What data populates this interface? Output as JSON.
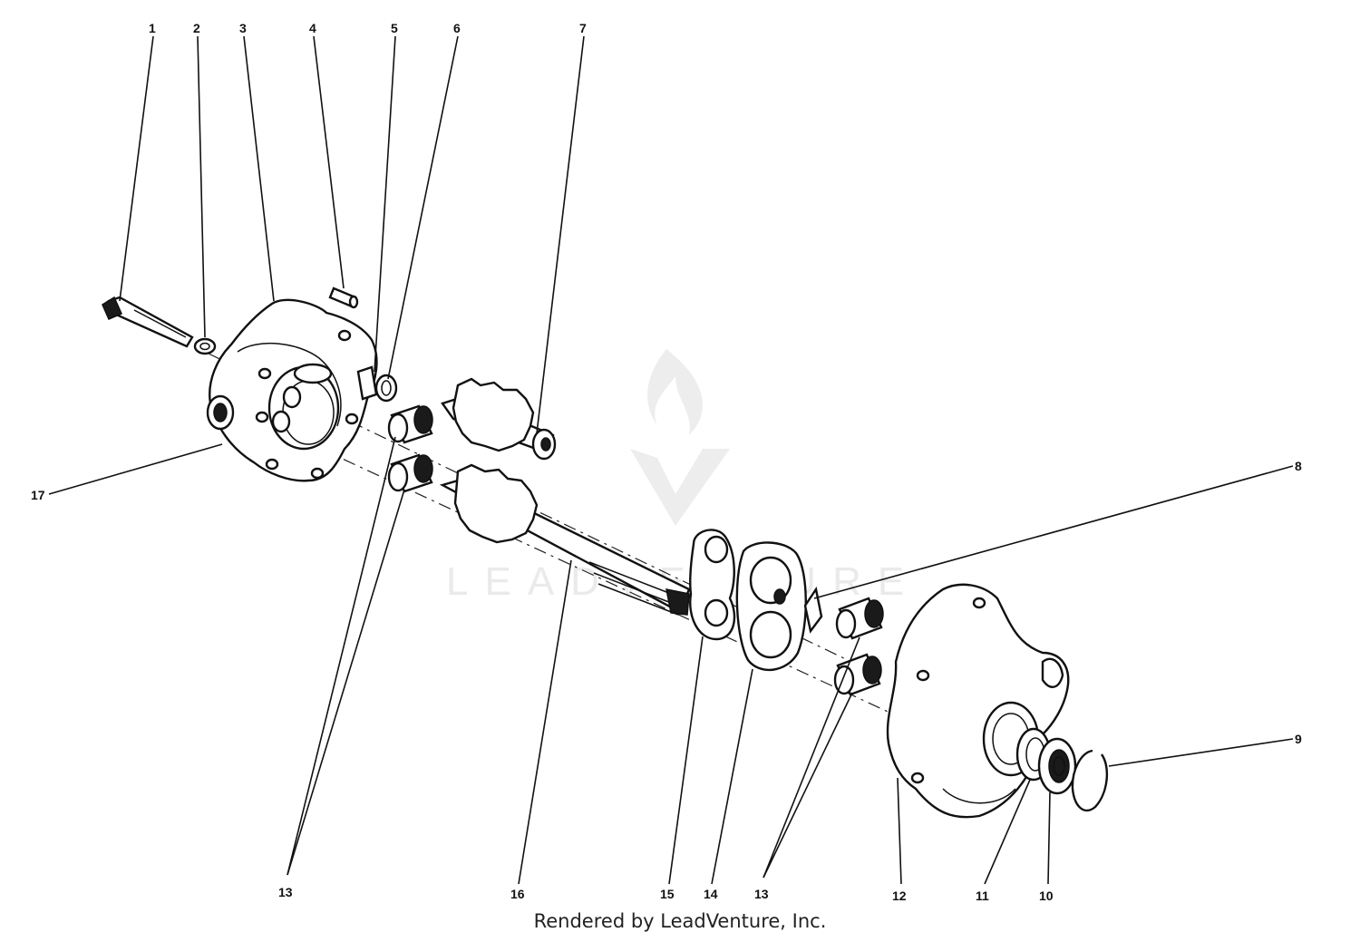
{
  "diagram": {
    "callouts": [
      "1",
      "2",
      "3",
      "4",
      "5",
      "6",
      "7",
      "8",
      "9",
      "10",
      "11",
      "12",
      "13",
      "13",
      "14",
      "15",
      "16",
      "17"
    ],
    "watermark": "LEADVENTURE"
  },
  "footer": {
    "credit": "Rendered by LeadVenture, Inc."
  },
  "colors": {
    "ink": "#111111",
    "watermark": "#e8e8e8",
    "background": "#ffffff"
  }
}
